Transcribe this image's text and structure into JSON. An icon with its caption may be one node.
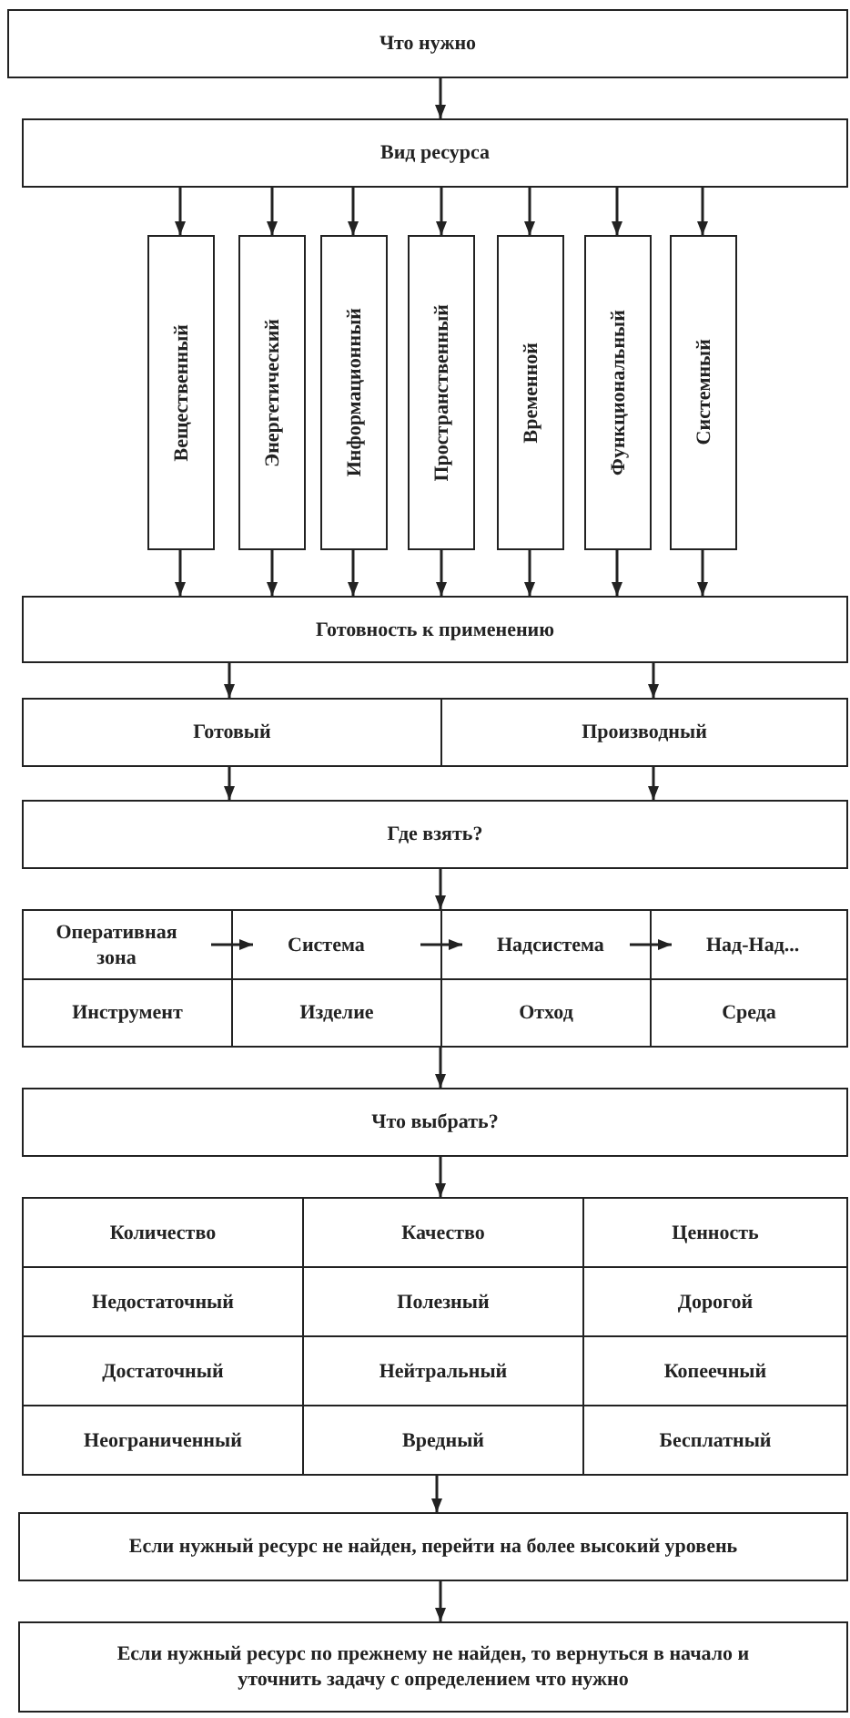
{
  "diagram": {
    "nodes": [
      {
        "text": [
          "Что нужно"
        ]
      },
      {
        "text": [
          "Вид ресурса"
        ]
      },
      {
        "text": [
          "Вещественный"
        ]
      },
      {
        "text": [
          "Энергетический"
        ]
      },
      {
        "text": [
          "Информационный"
        ]
      },
      {
        "text": [
          "Пространственный"
        ]
      },
      {
        "text": [
          "Временной"
        ]
      },
      {
        "text": [
          "Функциональный"
        ]
      },
      {
        "text": [
          "Системный"
        ]
      },
      {
        "text": [
          "Готовность к применению"
        ]
      },
      {
        "text": [
          "Готовый"
        ]
      },
      {
        "text": [
          "Производный"
        ]
      },
      {
        "text": [
          "Где взять?"
        ]
      },
      {
        "text": [
          "Оперативная зона"
        ]
      },
      {
        "text": [
          "Система"
        ]
      },
      {
        "text": [
          "Надсистема"
        ]
      },
      {
        "text": [
          "Над-Над..."
        ]
      },
      {
        "text": [
          "Инструмент"
        ]
      },
      {
        "text": [
          "Изделие"
        ]
      },
      {
        "text": [
          "Отход"
        ]
      },
      {
        "text": [
          "Среда"
        ]
      },
      {
        "text": [
          "Что выбрать?"
        ]
      },
      {
        "text": [
          "Количество"
        ]
      },
      {
        "text": [
          "Качество"
        ]
      },
      {
        "text": [
          "Ценность"
        ]
      },
      {
        "text": [
          "Недостаточный"
        ]
      },
      {
        "text": [
          "Полезный"
        ]
      },
      {
        "text": [
          "Дорогой"
        ]
      },
      {
        "text": [
          "Достаточный"
        ]
      },
      {
        "text": [
          "Нейтральный"
        ]
      },
      {
        "text": [
          "Копеечный"
        ]
      },
      {
        "text": [
          "Неограниченный"
        ]
      },
      {
        "text": [
          "Вредный"
        ]
      },
      {
        "text": [
          "Бесплатный"
        ]
      },
      {
        "text": [
          "Если нужный ресурс не найден, перейти на более высокий уровень"
        ]
      },
      {
        "text": [
          "Если нужный ресурс по прежнему не найден, то вернуться в начало и уточнить задачу с определением что нужно"
        ]
      }
    ],
    "edges": [
      {
        "from": 0,
        "to": 1,
        "arrow": "to"
      },
      {
        "from": 1,
        "to": 2,
        "arrow": "to"
      },
      {
        "from": 1,
        "to": 3,
        "arrow": "to"
      },
      {
        "from": 1,
        "to": 4,
        "arrow": "to"
      },
      {
        "from": 1,
        "to": 5,
        "arrow": "to"
      },
      {
        "from": 1,
        "to": 6,
        "arrow": "to"
      },
      {
        "from": 1,
        "to": 7,
        "arrow": "to"
      },
      {
        "from": 1,
        "to": 8,
        "arrow": "to"
      },
      {
        "from": 2,
        "to": 9,
        "arrow": "to"
      },
      {
        "from": 3,
        "to": 9,
        "arrow": "to"
      },
      {
        "from": 4,
        "to": 9,
        "arrow": "to"
      },
      {
        "from": 5,
        "to": 9,
        "arrow": "to"
      },
      {
        "from": 6,
        "to": 9,
        "arrow": "to"
      },
      {
        "from": 7,
        "to": 9,
        "arrow": "to"
      },
      {
        "from": 8,
        "to": 9,
        "arrow": "to"
      },
      {
        "from": 9,
        "to": 10,
        "arrow": "to"
      },
      {
        "from": 9,
        "to": 11,
        "arrow": "to"
      },
      {
        "from": 10,
        "to": 12,
        "arrow": "to"
      },
      {
        "from": 11,
        "to": 12,
        "arrow": "to"
      },
      {
        "from": 12,
        "to": 15,
        "arrow": "to"
      },
      {
        "from": 13,
        "to": 14,
        "arrow": "to"
      },
      {
        "from": 14,
        "to": 15,
        "arrow": "to"
      },
      {
        "from": 15,
        "to": 16,
        "arrow": "to"
      },
      {
        "from": 19,
        "to": 21,
        "arrow": "to"
      },
      {
        "from": 21,
        "to": 23,
        "arrow": "to"
      },
      {
        "from": 32,
        "to": 34,
        "arrow": "to"
      },
      {
        "from": 34,
        "to": 35,
        "arrow": "to"
      }
    ]
  }
}
